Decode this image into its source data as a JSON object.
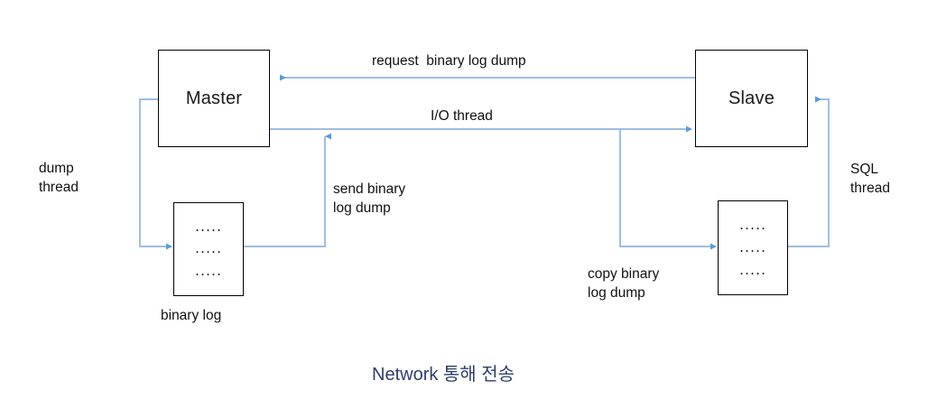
{
  "diagram": {
    "title_caption": "Network 통해 전송",
    "nodes": {
      "master": {
        "label": "Master"
      },
      "slave": {
        "label": "Slave"
      },
      "binary_log": {
        "caption": "binary log",
        "rows": [
          "․․․․․",
          "․․․․․",
          "․․․․․"
        ]
      },
      "relay_log": {
        "rows": [
          "․․․․․",
          "․․․․․",
          "․․․․․"
        ]
      }
    },
    "edges": {
      "request_dump": "request  binary log dump",
      "io_thread": "I/O thread",
      "dump_thread": "dump\nthread",
      "send_binary": "send binary\nlog dump",
      "copy_binary": "copy binary\nlog dump",
      "sql_thread": "SQL\nthread"
    },
    "colors": {
      "wire": "#8fb4dd",
      "wire_strong": "#5b9bd5",
      "box_border": "#000000",
      "text": "#111111",
      "caption": "#2c3e6b"
    }
  }
}
